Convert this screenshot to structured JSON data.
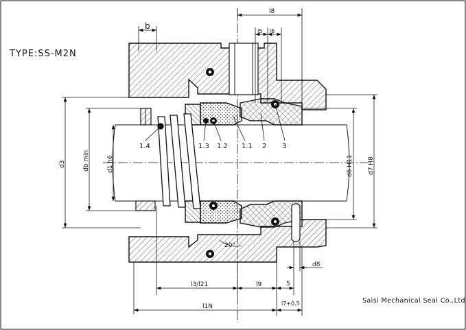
{
  "drawing": {
    "type_label": "TYPE:SS-M2N",
    "company": "Saisi Mechanical Seal Co.,Ltd"
  },
  "part_numbers": [
    "1.4",
    "1.3",
    "1.2",
    "1.1",
    "2",
    "3"
  ],
  "dimensions": {
    "b": "b",
    "l8": "l8",
    "l5": "l5",
    "l6": "l6",
    "d3": "d3",
    "db_min": "db min",
    "d1_h6": "d1 h6",
    "d6_h11": "d6 H11",
    "d7_h8": "d7 H8",
    "l3_l21": "l3/l21",
    "l9": "l9",
    "s": "5",
    "d8": "d8",
    "l1n": "l1N",
    "l7": "l7+0.5",
    "angle": "20°"
  },
  "colors": {
    "line": "#111111",
    "background": "#ffffff"
  }
}
